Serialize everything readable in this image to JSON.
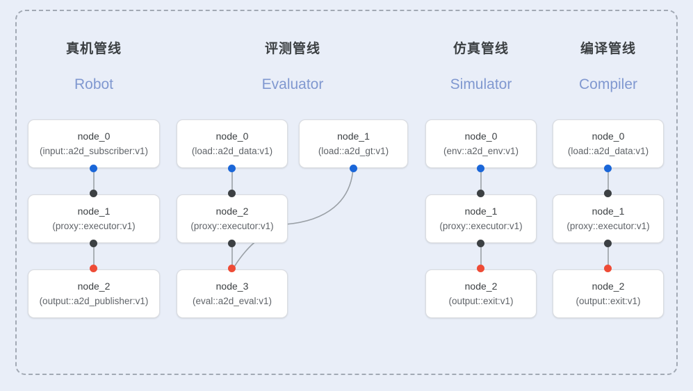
{
  "diagram": {
    "title_visible": false,
    "background_color": "#e9eef8",
    "frame_border_color": "#a2a9b4",
    "dot_colors": {
      "output_blue": "#1a66d8",
      "link_dark": "#3c4043",
      "sink_red": "#ee4b36"
    },
    "edge_color": "#9aa0a6"
  },
  "columns": [
    {
      "id": "robot",
      "title_cn": "真机管线",
      "title_en": "Robot",
      "nodes": [
        {
          "name": "node_0",
          "type": "(input::a2d_subscriber:v1)"
        },
        {
          "name": "node_1",
          "type": "(proxy::executor:v1)"
        },
        {
          "name": "node_2",
          "type": "(output::a2d_publisher:v1)"
        }
      ]
    },
    {
      "id": "evaluator",
      "title_cn": "评测管线",
      "title_en": "Evaluator",
      "nodes": [
        {
          "name": "node_0",
          "type": "(load::a2d_data:v1)"
        },
        {
          "name": "node_1",
          "type": "(load::a2d_gt:v1)"
        },
        {
          "name": "node_2",
          "type": "(proxy::executor:v1)"
        },
        {
          "name": "node_3",
          "type": "(eval::a2d_eval:v1)"
        }
      ]
    },
    {
      "id": "simulator",
      "title_cn": "仿真管线",
      "title_en": "Simulator",
      "nodes": [
        {
          "name": "node_0",
          "type": "(env::a2d_env:v1)"
        },
        {
          "name": "node_1",
          "type": "(proxy::executor:v1)"
        },
        {
          "name": "node_2",
          "type": "(output::exit:v1)"
        }
      ]
    },
    {
      "id": "compiler",
      "title_cn": "编译管线",
      "title_en": "Compiler",
      "nodes": [
        {
          "name": "node_0",
          "type": "(load::a2d_data:v1)"
        },
        {
          "name": "node_1",
          "type": "(proxy::executor:v1)"
        },
        {
          "name": "node_2",
          "type": "(output::exit:v1)"
        }
      ]
    }
  ]
}
